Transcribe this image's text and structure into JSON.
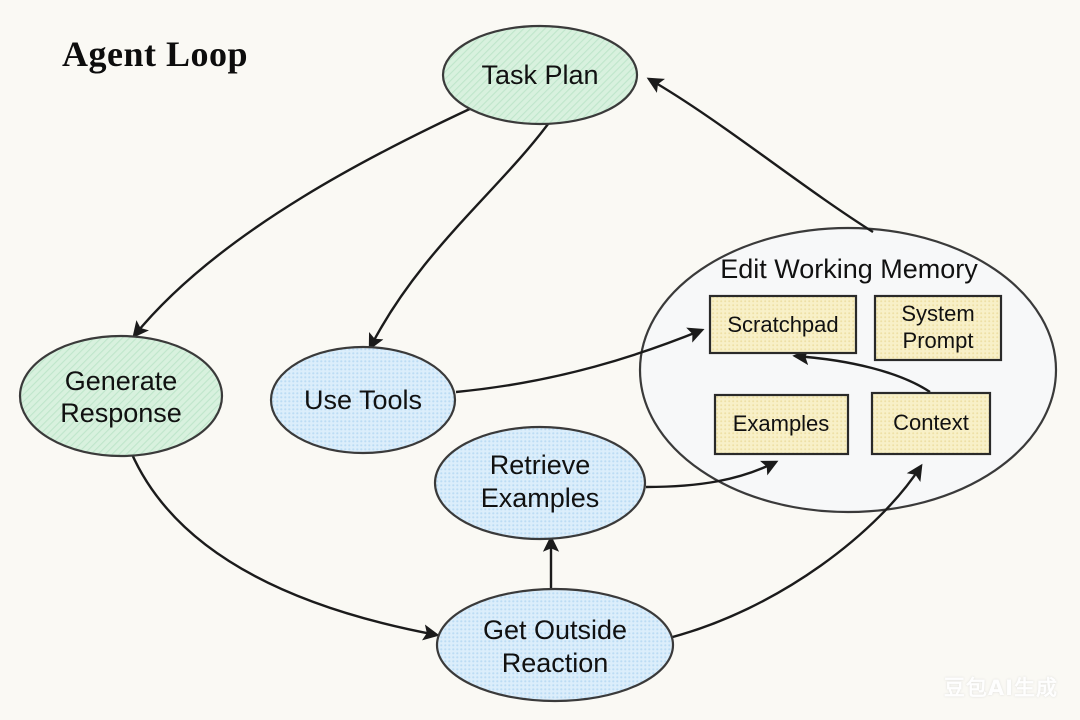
{
  "title": "Agent Loop",
  "watermark": "豆包AI生成",
  "colors": {
    "background": "#faf9f4",
    "green_node": "#d5f0dc",
    "blue_node": "#d4e8f8",
    "yellow_box": "#f7eec2",
    "group_fill": "#f7f8f9",
    "stroke": "#3a3a3a",
    "edge": "#1b1b1b",
    "text": "#111111"
  },
  "nodes": {
    "task_plan": {
      "label": "Task Plan",
      "shape": "ellipse",
      "fill": "green"
    },
    "generate_response": {
      "label_line1": "Generate",
      "label_line2": "Response",
      "shape": "ellipse",
      "fill": "green"
    },
    "use_tools": {
      "label": "Use Tools",
      "shape": "ellipse",
      "fill": "blue"
    },
    "retrieve_examples": {
      "label_line1": "Retrieve",
      "label_line2": "Examples",
      "shape": "ellipse",
      "fill": "blue"
    },
    "get_outside_reaction": {
      "label_line1": "Get Outside",
      "label_line2": "Reaction",
      "shape": "ellipse",
      "fill": "blue"
    }
  },
  "group": {
    "title": "Edit Working Memory",
    "shape": "ellipse",
    "boxes": [
      {
        "id": "scratchpad",
        "label": "Scratchpad"
      },
      {
        "id": "system_prompt",
        "label_line1": "System",
        "label_line2": "Prompt"
      },
      {
        "id": "examples",
        "label": "Examples"
      },
      {
        "id": "context",
        "label": "Context"
      }
    ]
  },
  "edges": [
    {
      "from": "task_plan",
      "to": "generate_response"
    },
    {
      "from": "task_plan",
      "to": "use_tools"
    },
    {
      "from": "edit_working_memory",
      "to": "task_plan"
    },
    {
      "from": "use_tools",
      "to": "scratchpad"
    },
    {
      "from": "context",
      "to": "scratchpad"
    },
    {
      "from": "retrieve_examples",
      "to": "examples"
    },
    {
      "from": "generate_response",
      "to": "get_outside_reaction"
    },
    {
      "from": "get_outside_reaction",
      "to": "retrieve_examples"
    },
    {
      "from": "get_outside_reaction",
      "to": "context"
    }
  ]
}
